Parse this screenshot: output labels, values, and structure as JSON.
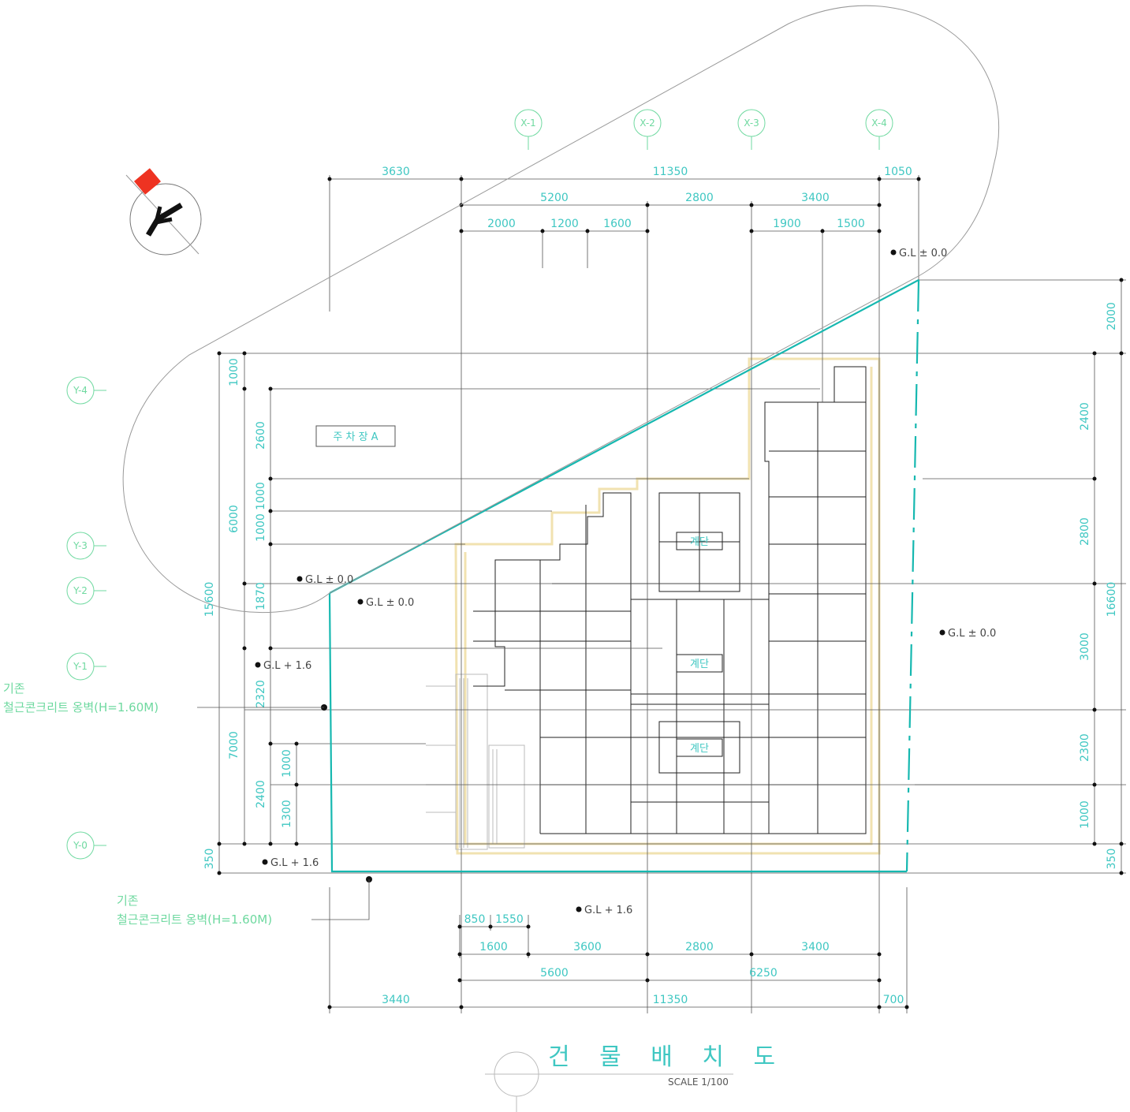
{
  "title": "건 물 배 치 도",
  "scale": "SCALE 1/100",
  "grid_x": [
    "X-1",
    "X-2",
    "X-3",
    "X-4"
  ],
  "grid_y": [
    "Y-4",
    "Y-3",
    "Y-2",
    "Y-1",
    "Y-0"
  ],
  "top_dims": {
    "row1": [
      "3630",
      "11350",
      "1050"
    ],
    "row2": [
      "5200",
      "2800",
      "3400"
    ],
    "row3": [
      "2000",
      "1200",
      "1600",
      "1900",
      "1500"
    ]
  },
  "bottom_dims": {
    "row1": [
      "850",
      "1550"
    ],
    "row2": [
      "1600",
      "3600",
      "2800",
      "3400"
    ],
    "row3": [
      "5600",
      "6250"
    ],
    "row4": [
      "3440",
      "11350",
      "700"
    ]
  },
  "left_dims": {
    "col_a": [
      "1000",
      "6000",
      "7000",
      "350"
    ],
    "col_b": [
      "2600",
      "1000",
      "1000",
      "1870",
      "2320",
      "2400"
    ],
    "col_c": [
      "1000",
      "1300"
    ],
    "total": "15600"
  },
  "right_dims": {
    "col_a": [
      "2400",
      "2800",
      "3000",
      "2300",
      "1000"
    ],
    "total": "16600",
    "top": "2000",
    "bottom": "350"
  },
  "levels": {
    "nw_top": "G.L ± 0.0",
    "left_mid": "G.L ± 0.0",
    "center_left": "G.L ± 0.0",
    "east": "G.L ± 0.0",
    "west_upper": "G.L + 1.6",
    "west_lower": "G.L + 1.6",
    "south": "G.L + 1.6"
  },
  "walls": [
    {
      "line1": "기존",
      "line2": "철근콘크리트 옹벽(H=1.60M)"
    },
    {
      "line1": "기존",
      "line2": "철근콘크리트 옹벽(H=1.60M)"
    }
  ],
  "room_labels": {
    "box_left": "주 차 장 A",
    "room1": "계단",
    "room2": "계단",
    "room3": "계단"
  },
  "colors": {
    "boundary": "#16b8b0",
    "dimension": "#3fc7c2",
    "annotation": "#6fd9a0",
    "line": "#333333",
    "faint": "#f0dfa8",
    "north_marker": "#ee3322"
  }
}
